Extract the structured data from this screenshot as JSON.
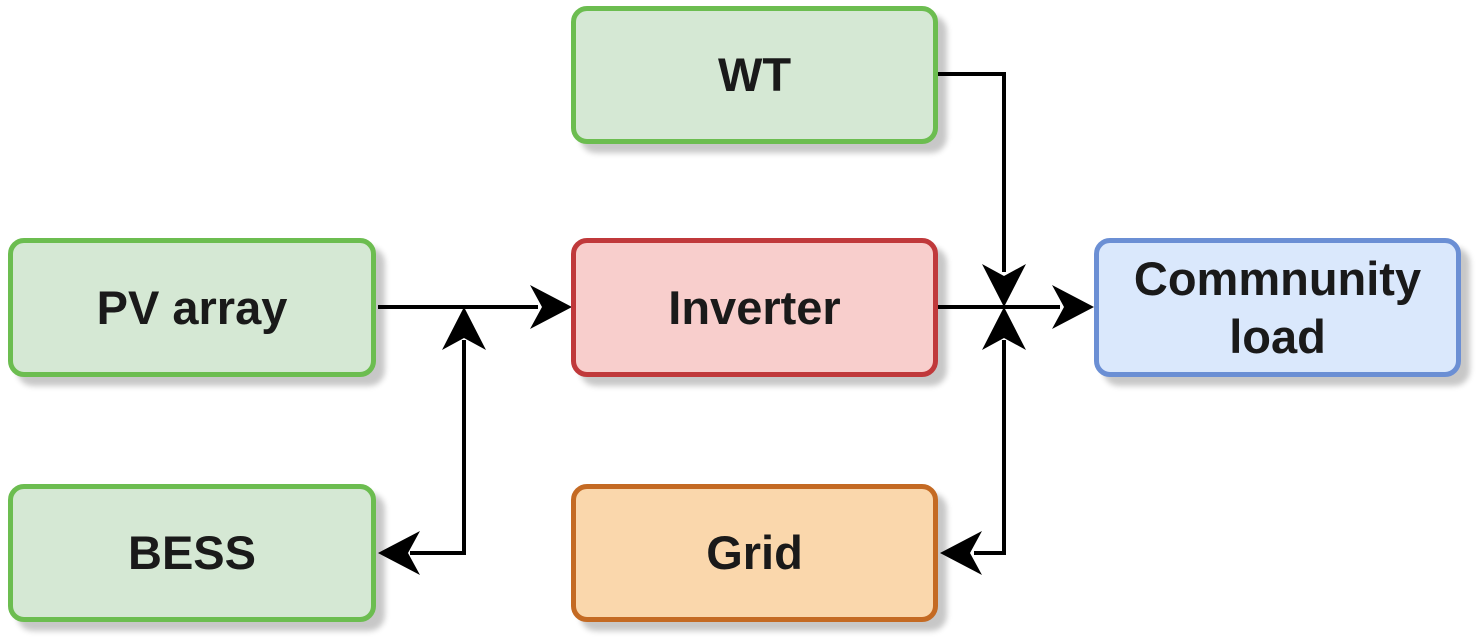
{
  "nodes": {
    "wt": {
      "label": "WT"
    },
    "pv": {
      "label": "PV array"
    },
    "bess": {
      "label": "BESS"
    },
    "inverter": {
      "label": "Inverter"
    },
    "grid": {
      "label": "Grid"
    },
    "load": {
      "line1": "Commnunity",
      "line2": "load"
    }
  },
  "colors": {
    "green_fill": "#d5e8d4",
    "green_border": "#6cbd50",
    "red_fill": "#f8cecc",
    "red_border": "#c0393b",
    "orange_fill": "#fad7ac",
    "orange_border": "#c46a23",
    "blue_fill": "#dae8fc",
    "blue_border": "#6b8fd4",
    "wire": "#000000"
  }
}
